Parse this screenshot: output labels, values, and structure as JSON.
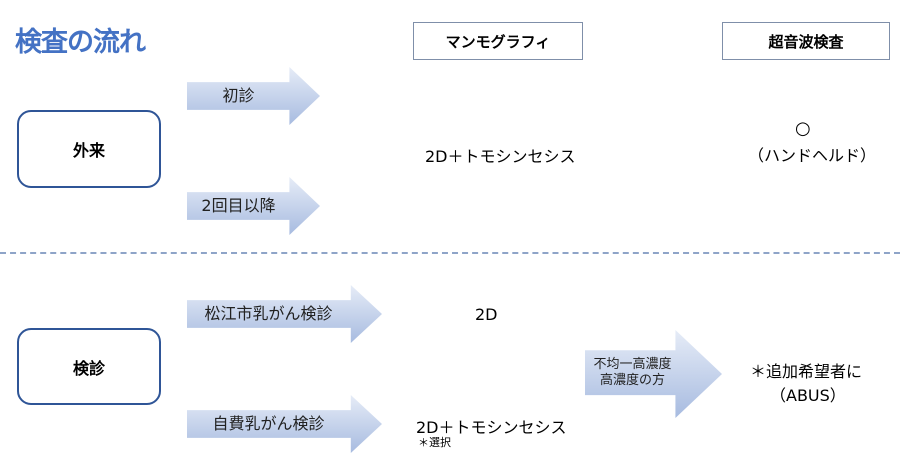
{
  "title": "検査の流れ",
  "headers": {
    "mammo": "マンモグラフィ",
    "us": "超音波検査"
  },
  "sections": {
    "outpatient": {
      "label": "外来",
      "arrows": [
        "初診",
        "2回目以降"
      ],
      "mammo": "2D＋トモシンセシス",
      "us_mark": "○",
      "us_note": "（ハンドヘルド）"
    },
    "screening": {
      "label": "検診",
      "arrows": [
        "松江市乳がん検診",
        "自費乳がん検診"
      ],
      "mammo_city": "2D",
      "mammo_self": "2D＋トモシンセシス",
      "mammo_self_note": "＊選択",
      "condition_line1": "不均一高濃度",
      "condition_line2": "高濃度の方",
      "us_line1": "＊追加希望者に",
      "us_line2": "（ABUS）"
    }
  }
}
